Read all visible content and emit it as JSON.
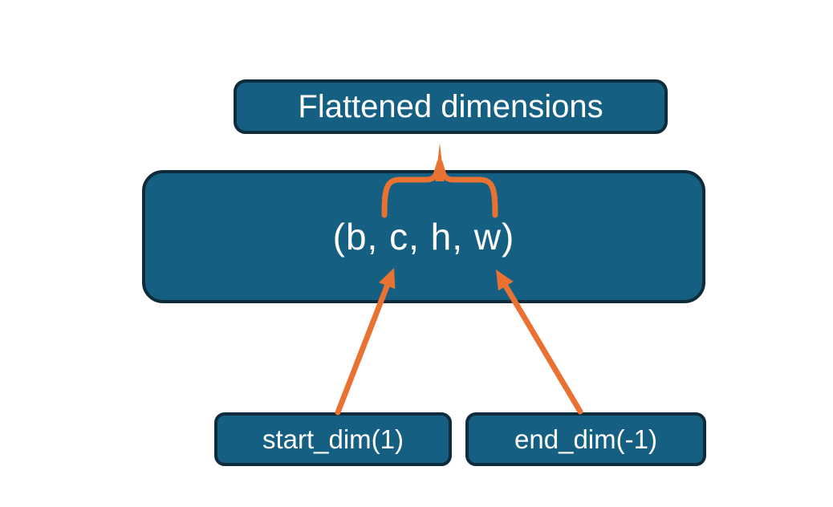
{
  "title": "Tensor flatten dimensions diagram",
  "colors": {
    "box_fill": "#156082",
    "box_border": "#0F2C3D",
    "connector": "#E97132",
    "text": "#FFFFFF",
    "background": "#FFFFFF"
  },
  "diagram": {
    "top_box": {
      "label": "Flattened dimensions"
    },
    "main_box": {
      "label": "(b, c, h, w)"
    },
    "bottom_left_box": {
      "label": "start_dim(1)"
    },
    "bottom_right_box": {
      "label": "end_dim(-1)"
    },
    "connectors": [
      {
        "name": "flatten-brace",
        "type": "curly-brace",
        "from": "main_box c..w span",
        "to": "top_box"
      },
      {
        "name": "start-dim-arrow",
        "type": "arrow",
        "from": "bottom_left_box",
        "points_to": "c"
      },
      {
        "name": "end-dim-arrow",
        "type": "arrow",
        "from": "bottom_right_box",
        "points_to": "w"
      }
    ]
  }
}
